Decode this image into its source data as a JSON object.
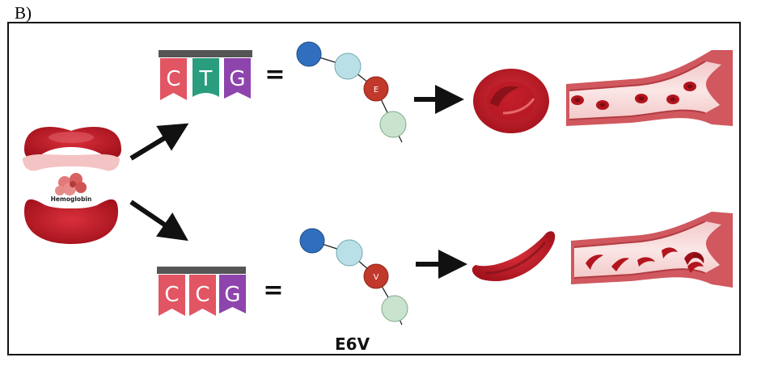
{
  "panel_label": "B)",
  "hemoglobin_label": "Hemoglobin",
  "equals_sign": "=",
  "normal_codon": {
    "letters": [
      "C",
      "T",
      "G"
    ],
    "colors": [
      "#e25563",
      "#2a9d7e",
      "#8e44ad"
    ]
  },
  "mutant_codon": {
    "letters": [
      "C",
      "C",
      "G"
    ],
    "colors": [
      "#e25563",
      "#e25563",
      "#8e44ad"
    ]
  },
  "normal_residue": "E",
  "mutant_residue": "V",
  "mutation_label": "E6V",
  "colors": {
    "bead_blue": "#2f6fbe",
    "bead_light": "#b9e0e6",
    "bead_mint": "#c9e3cf",
    "residue_red": "#c0392b",
    "blood_red": "#c4212c",
    "vessel_wall": "#c9565c",
    "vessel_lumen": "#f7dede"
  }
}
